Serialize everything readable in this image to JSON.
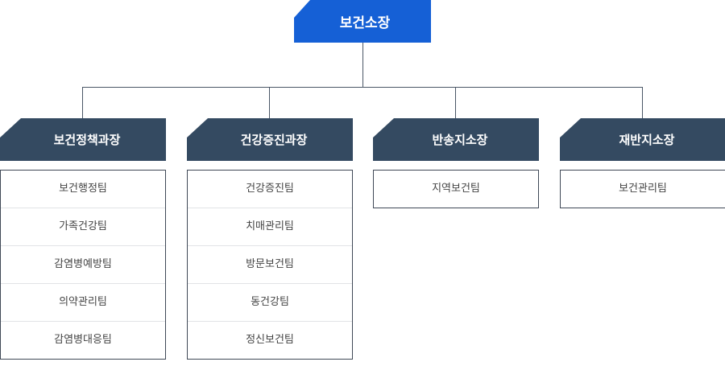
{
  "root": {
    "label": "보건소장"
  },
  "departments": [
    {
      "label": "보건정책과장",
      "teams": [
        "보건행정팀",
        "가족건강팀",
        "감염병예방팀",
        "의약관리팀",
        "감염병대응팀"
      ]
    },
    {
      "label": "건강증진과장",
      "teams": [
        "건강증진팀",
        "치매관리팀",
        "방문보건팀",
        "동건강팀",
        "정신보건팀"
      ]
    },
    {
      "label": "반송지소장",
      "teams": [
        "지역보건팀"
      ]
    },
    {
      "label": "재반지소장",
      "teams": [
        "보건관리팀"
      ]
    }
  ],
  "colors": {
    "root": "#1560d6",
    "department": "#344a61",
    "line": "#4a5666",
    "box_border": "#3f4856"
  }
}
